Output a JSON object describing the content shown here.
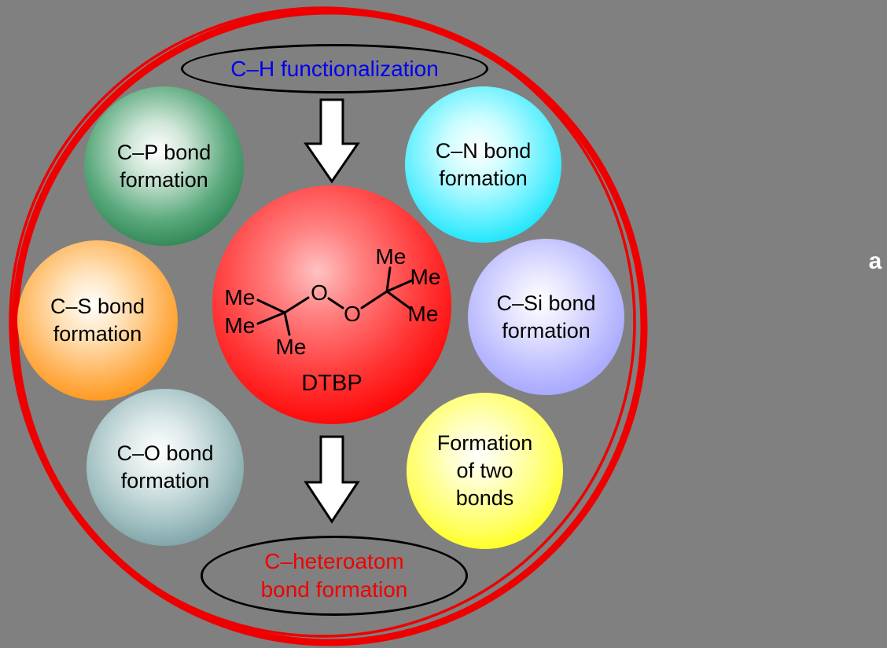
{
  "figure_label": "a",
  "colors": {
    "background": "#808080",
    "outer_ring": "#ee0000",
    "top_callout_text": "#0000f0",
    "bottom_callout_text": "#f00000",
    "sphere_cp": "#2d8553",
    "sphere_cn": "#00e0f6",
    "sphere_cs": "#ff8c00",
    "sphere_csi": "#9a9aff",
    "sphere_co": "#6e969a",
    "sphere_two": "#ffff00",
    "sphere_center": "#ff0000"
  },
  "top_ellipse": {
    "label": "C–H functionalization"
  },
  "bottom_ellipse": {
    "line1": "C–heteroatom",
    "line2": "bond formation"
  },
  "center_sphere": {
    "name": "DTBP",
    "atoms": {
      "o1": "O",
      "o2": "O",
      "me_left_upper": "Me",
      "me_left_lower": "Me",
      "me_bottom": "Me",
      "me_top": "Me",
      "me_right_upper": "Me",
      "me_right_lower": "Me"
    }
  },
  "spheres": [
    {
      "id": "cp",
      "line1": "C–P bond",
      "line2": "formation"
    },
    {
      "id": "cn",
      "line1": "C–N bond",
      "line2": "formation"
    },
    {
      "id": "cs",
      "line1": "C–S bond",
      "line2": "formation"
    },
    {
      "id": "csi",
      "line1": "C–Si bond",
      "line2": "formation"
    },
    {
      "id": "co",
      "line1": "C–O bond",
      "line2": "formation"
    },
    {
      "id": "two",
      "line1": "Formation",
      "line2": "of two",
      "line3": "bonds"
    }
  ]
}
